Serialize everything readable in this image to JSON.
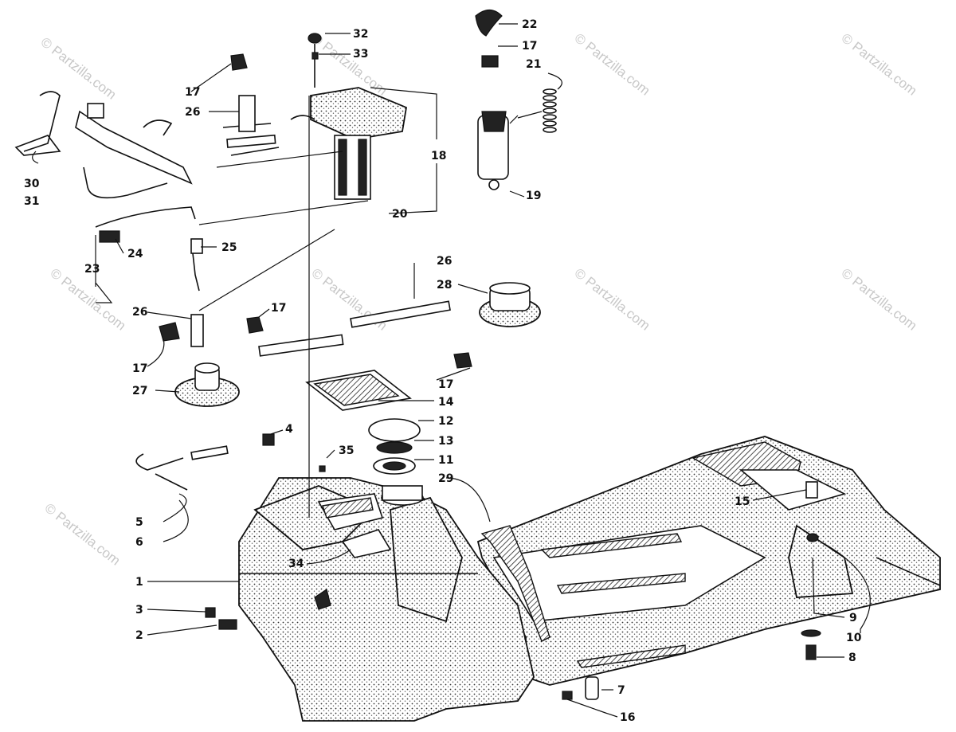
{
  "watermark": "© Partzilla.com",
  "callouts": {
    "c1": "1",
    "c2": "2",
    "c3": "3",
    "c4": "4",
    "c5": "5",
    "c6": "6",
    "c7": "7",
    "c8": "8",
    "c9": "9",
    "c10": "10",
    "c11": "11",
    "c12": "12",
    "c13": "13",
    "c14": "14",
    "c15": "15",
    "c16": "16",
    "c17a": "17",
    "c17b": "17",
    "c17c": "17",
    "c17d": "17",
    "c17e": "17",
    "c18": "18",
    "c19": "19",
    "c20": "20",
    "c21": "21",
    "c22": "22",
    "c23": "23",
    "c24": "24",
    "c25": "25",
    "c26a": "26",
    "c26b": "26",
    "c26c": "26",
    "c27": "27",
    "c28": "28",
    "c29": "29",
    "c30": "30",
    "c31": "31",
    "c32": "32",
    "c33": "33",
    "c34": "34",
    "c35": "35"
  }
}
